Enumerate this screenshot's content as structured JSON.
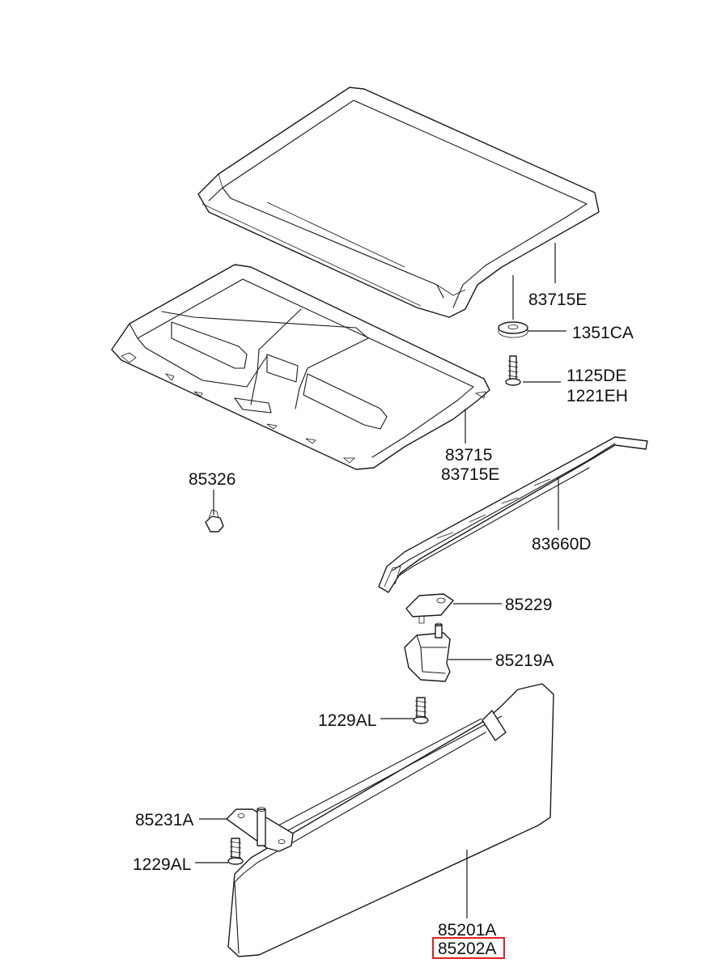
{
  "labels": {
    "roof_panel": "83715E",
    "washer": "1351CA",
    "screw_a": "1125DE",
    "screw_b": "1221EH",
    "headliner_a": "83715",
    "headliner_b": "83715E",
    "clip": "85326",
    "rail": "83660D",
    "pad": "85229",
    "bracket": "85219A",
    "screw_bracket": "1229AL",
    "holder": "85231A",
    "screw_holder": "1229AL",
    "visor_a": "85201A",
    "visor_b": "85202A"
  },
  "highlight": {
    "label": "85202A",
    "color": "#e02020"
  }
}
